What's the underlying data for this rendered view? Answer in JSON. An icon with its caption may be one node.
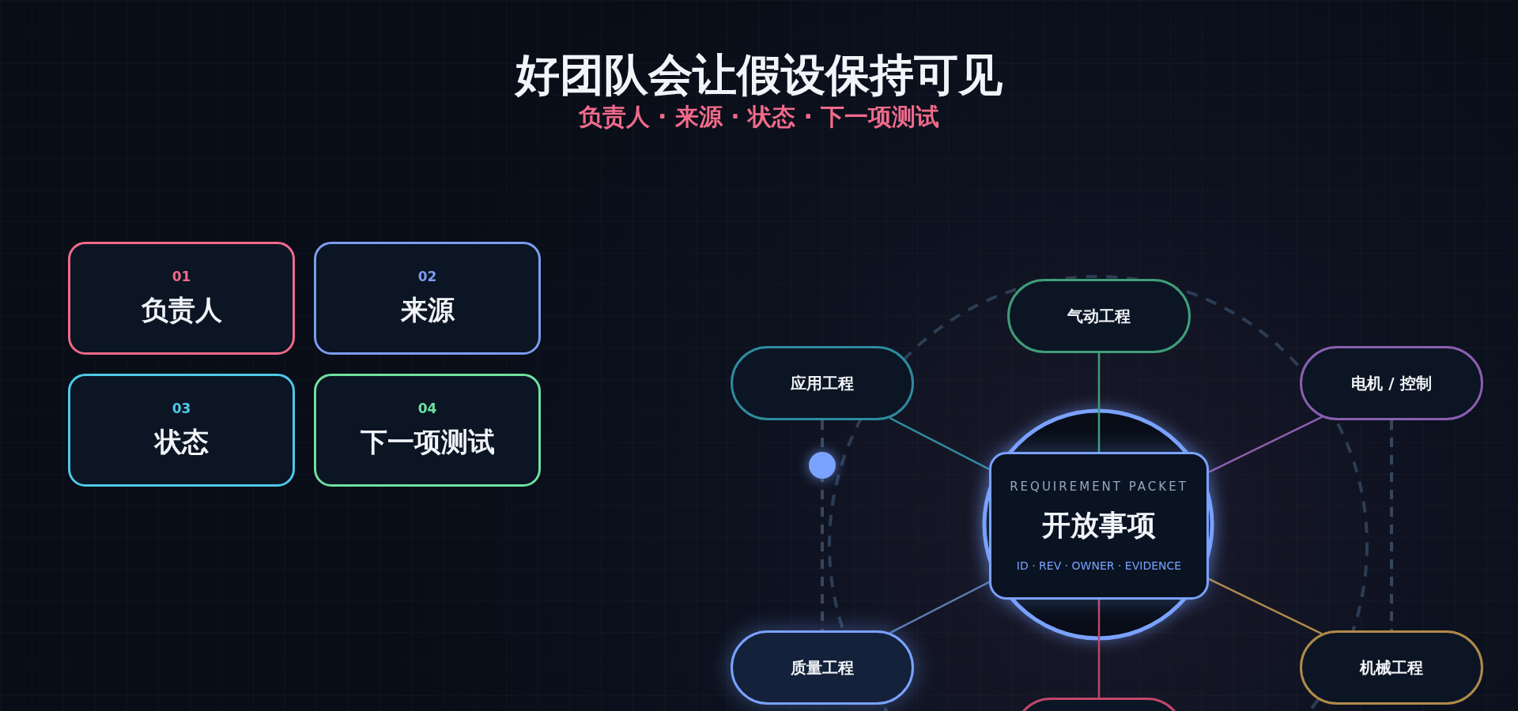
{
  "diagram": {
    "title": "好团队会让假设保持可见",
    "nodes": [
      {
        "text": [
          "01",
          "负责人"
        ]
      },
      {
        "text": [
          "02",
          "来源"
        ]
      },
      {
        "text": [
          "03",
          "状态"
        ]
      },
      {
        "text": [
          "04",
          "下一项测试"
        ]
      },
      {
        "text": [
          "气动工程"
        ]
      },
      {
        "text": [
          "应用工程"
        ]
      },
      {
        "text": [
          "电机 / 控制"
        ]
      },
      {
        "text": [
          "REQUIREMENT PACKET",
          "开放事项",
          "ID · REV · OWNER · EVIDENCE"
        ]
      },
      {
        "text": [
          "质量工程"
        ]
      },
      {
        "text": [
          "机械工程"
        ]
      },
      {
        "text": [],
        "shape": "box"
      }
    ],
    "edges": [
      {
        "from": 7,
        "to": 4,
        "arrow": "none",
        "color": "#3f9e78"
      },
      {
        "from": 7,
        "to": 5,
        "arrow": "none",
        "color": "#2e8b9e"
      },
      {
        "from": 7,
        "to": 6,
        "arrow": "none",
        "color": "#8a5fb0"
      },
      {
        "from": 7,
        "to": 8,
        "arrow": "none",
        "color": "#5b78b0"
      },
      {
        "from": 7,
        "to": 9,
        "arrow": "none",
        "color": "#b08a4a"
      },
      {
        "from": 7,
        "to": 10,
        "arrow": "none",
        "color": "#c0466a"
      },
      {
        "from": 5,
        "to": 8,
        "arrow": "none",
        "style": "dashed",
        "color": "#34475f"
      },
      {
        "from": 6,
        "to": 9,
        "arrow": "none",
        "style": "dashed",
        "color": "#34475f"
      }
    ],
    "labels": [
      "负责人 · 来源 · 状态 · 下一项测试"
    ]
  }
}
